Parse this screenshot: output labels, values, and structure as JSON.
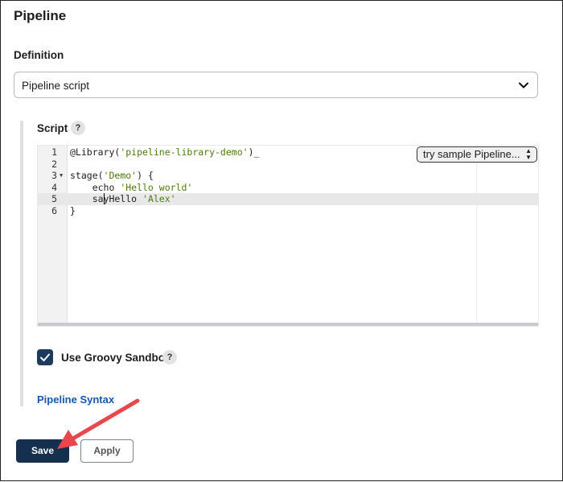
{
  "section": {
    "title": "Pipeline"
  },
  "definition": {
    "label": "Definition",
    "selected": "Pipeline script"
  },
  "script": {
    "label": "Script",
    "help": "?",
    "sample_select": "try sample Pipeline...",
    "lines": [
      {
        "num": "1",
        "text": "@Library('pipeline-library-demo')_"
      },
      {
        "num": "2",
        "text": ""
      },
      {
        "num": "3",
        "text": "stage('Demo') {"
      },
      {
        "num": "4",
        "text": "    echo 'Hello world'"
      },
      {
        "num": "5",
        "text": "    sayHello 'Alex'"
      },
      {
        "num": "6",
        "text": "}"
      }
    ]
  },
  "sandbox": {
    "label": "Use Groovy Sandbox",
    "checked": true,
    "help": "?"
  },
  "links": {
    "pipeline_syntax": "Pipeline Syntax"
  },
  "buttons": {
    "save": "Save",
    "apply": "Apply"
  },
  "colors": {
    "primary": "#15304e",
    "link": "#1558b0",
    "annotation_arrow": "#e8474d"
  }
}
